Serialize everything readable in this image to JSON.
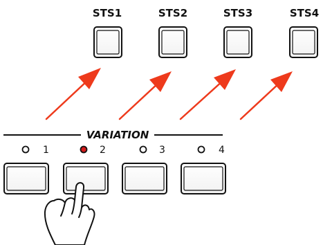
{
  "sts_buttons": [
    {
      "label": "STS1"
    },
    {
      "label": "STS2"
    },
    {
      "label": "STS3"
    },
    {
      "label": "STS4"
    }
  ],
  "variation": {
    "title": "VARIATION",
    "buttons": [
      {
        "label": "1",
        "led_on": false
      },
      {
        "label": "2",
        "led_on": true
      },
      {
        "label": "3",
        "led_on": false
      },
      {
        "label": "4",
        "led_on": false
      }
    ],
    "pressed_index": 1
  },
  "colors": {
    "arrow": "#ee3a1c",
    "led_on": "#d41c1c",
    "line": "#111111"
  },
  "icons": {
    "hand": "pointing-hand-icon"
  }
}
